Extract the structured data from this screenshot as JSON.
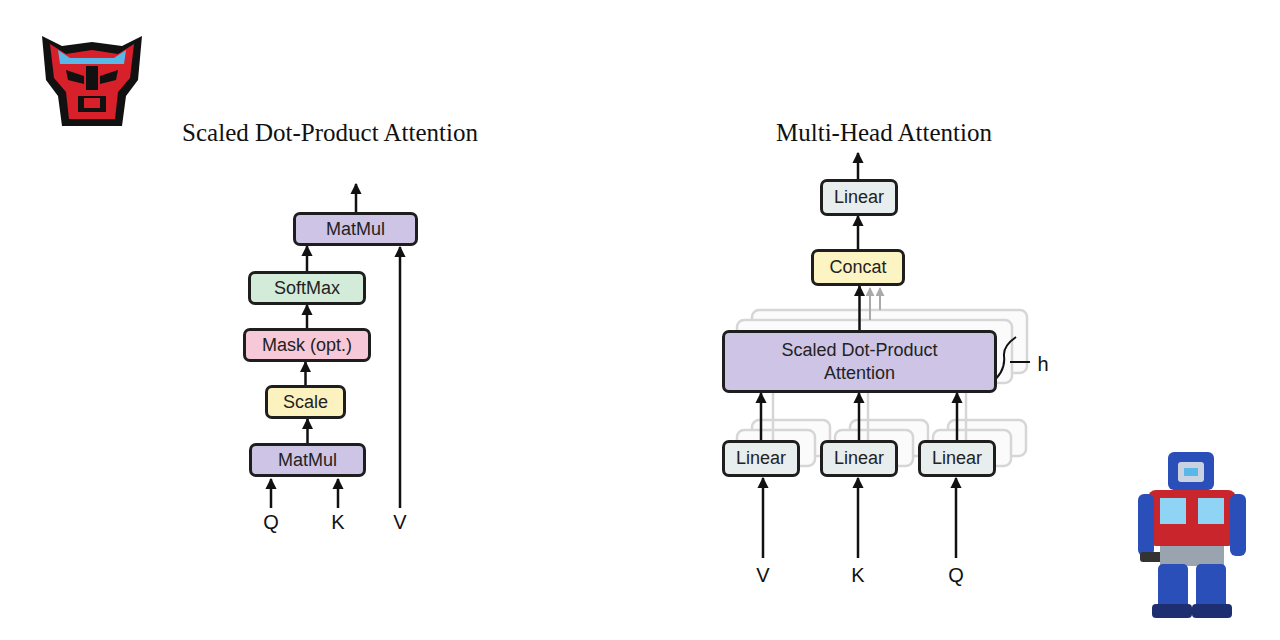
{
  "diagram": {
    "nodes": [
      {
        "text": [
          "MatMul"
        ]
      },
      {
        "text": [
          "SoftMax"
        ]
      },
      {
        "text": [
          "Mask (opt.)"
        ]
      },
      {
        "text": [
          "Scale"
        ]
      },
      {
        "text": [
          "MatMul"
        ]
      },
      {
        "text": [
          "Linear"
        ]
      },
      {
        "text": [
          "Concat"
        ]
      },
      {
        "text": [
          "Scaled Dot-Product Attention"
        ]
      },
      {
        "text": [
          "Linear"
        ]
      },
      {
        "text": [
          "Linear"
        ]
      },
      {
        "text": [
          "Linear"
        ]
      }
    ],
    "edges": [
      {
        "from": 4,
        "to": 3,
        "arrow": "to"
      },
      {
        "from": 3,
        "to": 2,
        "arrow": "to"
      },
      {
        "from": 2,
        "to": 1,
        "arrow": "to"
      },
      {
        "from": 1,
        "to": 0,
        "arrow": "to"
      },
      {
        "from": 8,
        "to": 7,
        "arrow": "to"
      },
      {
        "from": 9,
        "to": 7,
        "arrow": "to"
      },
      {
        "from": 10,
        "to": 7,
        "arrow": "to"
      },
      {
        "from": 7,
        "to": 6,
        "arrow": "to"
      },
      {
        "from": 6,
        "to": 5,
        "arrow": "to"
      }
    ],
    "labels": [
      "Scaled Dot-Product Attention",
      "Multi-Head Attention",
      "Q",
      "K",
      "V",
      "h",
      "V",
      "K",
      "Q"
    ]
  }
}
